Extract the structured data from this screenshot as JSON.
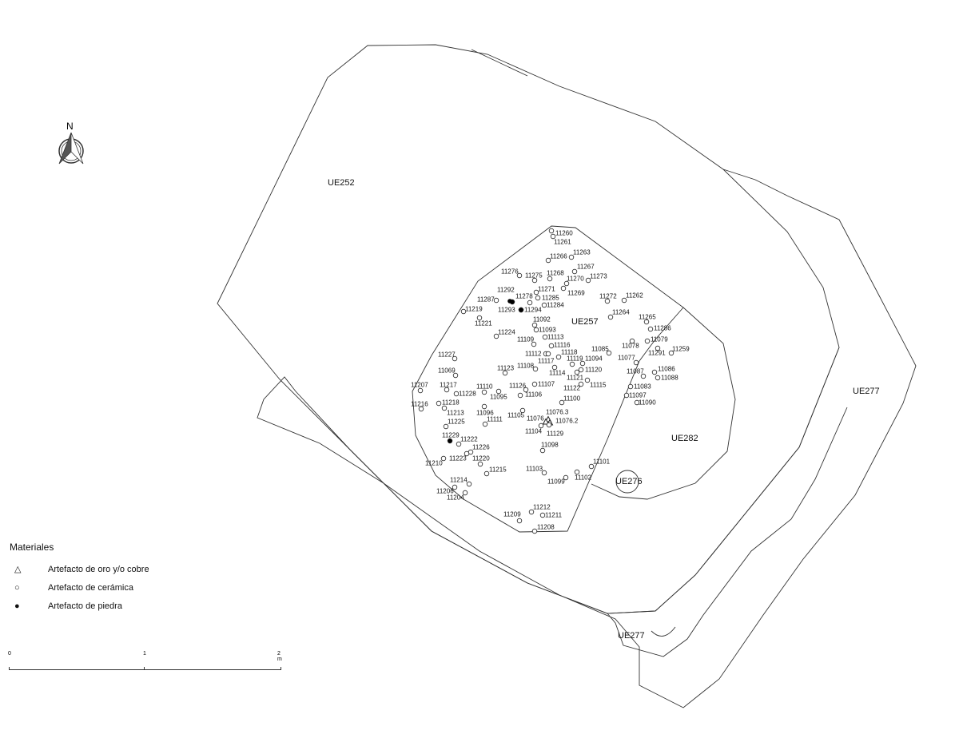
{
  "north_label": "N",
  "units": {
    "UE252": "UE252",
    "UE257": "UE257",
    "UE277_right": "UE277",
    "UE277_bottom": "UE277",
    "UE282": "UE282",
    "UE276": "UE276"
  },
  "legend": {
    "title": "Materiales",
    "items": [
      {
        "symbol": "△",
        "label": "Artefacto de oro y/o cobre",
        "material": "gold-copper"
      },
      {
        "symbol": "○",
        "label": "Artefacto de cerámica",
        "material": "ceramic"
      },
      {
        "symbol": "●",
        "label": "Artefacto de piedra",
        "material": "stone"
      }
    ]
  },
  "scale_bar": {
    "ticks": [
      "0",
      "1",
      "2 m"
    ]
  },
  "points": [
    {
      "id": "11260",
      "m": "ceramic"
    },
    {
      "id": "11261",
      "m": "ceramic"
    },
    {
      "id": "11266",
      "m": "ceramic"
    },
    {
      "id": "11263",
      "m": "ceramic"
    },
    {
      "id": "11276",
      "m": "ceramic"
    },
    {
      "id": "11275",
      "m": "ceramic"
    },
    {
      "id": "11268",
      "m": "ceramic"
    },
    {
      "id": "11267",
      "m": "ceramic"
    },
    {
      "id": "11270",
      "m": "ceramic"
    },
    {
      "id": "11273",
      "m": "ceramic"
    },
    {
      "id": "11269",
      "m": "ceramic"
    },
    {
      "id": "11292",
      "m": "stone"
    },
    {
      "id": "11271",
      "m": "ceramic"
    },
    {
      "id": "11278",
      "m": "ceramic"
    },
    {
      "id": "11285",
      "m": "ceramic"
    },
    {
      "id": "11287",
      "m": "ceramic"
    },
    {
      "id": "11284",
      "m": "ceramic"
    },
    {
      "id": "11293",
      "m": "stone"
    },
    {
      "id": "11294",
      "m": "stone"
    },
    {
      "id": "11219",
      "m": "ceramic"
    },
    {
      "id": "11221",
      "m": "ceramic"
    },
    {
      "id": "11092",
      "m": "ceramic"
    },
    {
      "id": "11093",
      "m": "ceramic"
    },
    {
      "id": "11272",
      "m": "ceramic"
    },
    {
      "id": "11262",
      "m": "ceramic"
    },
    {
      "id": "11264",
      "m": "ceramic"
    },
    {
      "id": "11265",
      "m": "ceramic"
    },
    {
      "id": "11286",
      "m": "ceramic"
    },
    {
      "id": "11224",
      "m": "ceramic"
    },
    {
      "id": "11109",
      "m": "ceramic"
    },
    {
      "id": "11113",
      "m": "ceramic"
    },
    {
      "id": "11116",
      "m": "ceramic"
    },
    {
      "id": "11112",
      "m": "ceramic"
    },
    {
      "id": "11118",
      "m": "ceramic"
    },
    {
      "id": "11117",
      "m": "ceramic"
    },
    {
      "id": "11119",
      "m": "ceramic"
    },
    {
      "id": "11094",
      "m": "ceramic"
    },
    {
      "id": "11085",
      "m": "ceramic"
    },
    {
      "id": "11078",
      "m": "ceramic"
    },
    {
      "id": "11079",
      "m": "ceramic"
    },
    {
      "id": "11291",
      "m": "ceramic"
    },
    {
      "id": "11259",
      "m": "ceramic"
    },
    {
      "id": "11227",
      "m": "ceramic"
    },
    {
      "id": "11077",
      "m": "ceramic"
    },
    {
      "id": "11123",
      "m": "ceramic"
    },
    {
      "id": "11108",
      "m": "ceramic"
    },
    {
      "id": "11114",
      "m": "ceramic"
    },
    {
      "id": "11120",
      "m": "ceramic"
    },
    {
      "id": "11121",
      "m": "ceramic"
    },
    {
      "id": "11069",
      "m": "ceramic"
    },
    {
      "id": "11087",
      "m": "ceramic"
    },
    {
      "id": "11086",
      "m": "ceramic"
    },
    {
      "id": "11088",
      "m": "ceramic"
    },
    {
      "id": "11207",
      "m": "ceramic"
    },
    {
      "id": "11217",
      "m": "ceramic"
    },
    {
      "id": "11228",
      "m": "ceramic"
    },
    {
      "id": "11110",
      "m": "ceramic"
    },
    {
      "id": "11095",
      "m": "ceramic"
    },
    {
      "id": "11126",
      "m": "ceramic"
    },
    {
      "id": "11106",
      "m": "ceramic"
    },
    {
      "id": "11107",
      "m": "ceramic"
    },
    {
      "id": "11122",
      "m": "ceramic"
    },
    {
      "id": "11115",
      "m": "ceramic"
    },
    {
      "id": "11083",
      "m": "ceramic"
    },
    {
      "id": "11097",
      "m": "ceramic"
    },
    {
      "id": "11090",
      "m": "ceramic"
    },
    {
      "id": "11216",
      "m": "ceramic"
    },
    {
      "id": "11218",
      "m": "ceramic"
    },
    {
      "id": "11213",
      "m": "ceramic"
    },
    {
      "id": "11096",
      "m": "ceramic"
    },
    {
      "id": "11100",
      "m": "ceramic"
    },
    {
      "id": "11105",
      "m": "ceramic"
    },
    {
      "id": "11076.3",
      "m": "gold-copper"
    },
    {
      "id": "11076",
      "m": "gold-copper"
    },
    {
      "id": "11076.2",
      "m": "gold-copper"
    },
    {
      "id": "11111",
      "m": "ceramic"
    },
    {
      "id": "11225",
      "m": "ceramic"
    },
    {
      "id": "11104",
      "m": "ceramic"
    },
    {
      "id": "11129",
      "m": "ceramic"
    },
    {
      "id": "11229",
      "m": "stone"
    },
    {
      "id": "11222",
      "m": "ceramic"
    },
    {
      "id": "11226",
      "m": "ceramic"
    },
    {
      "id": "11098",
      "m": "ceramic"
    },
    {
      "id": "11210",
      "m": "ceramic"
    },
    {
      "id": "11223",
      "m": "ceramic"
    },
    {
      "id": "11220",
      "m": "ceramic"
    },
    {
      "id": "11215",
      "m": "ceramic"
    },
    {
      "id": "11103",
      "m": "ceramic"
    },
    {
      "id": "11101",
      "m": "ceramic"
    },
    {
      "id": "11102",
      "m": "ceramic"
    },
    {
      "id": "11099",
      "m": "ceramic"
    },
    {
      "id": "11214",
      "m": "ceramic"
    },
    {
      "id": "11206",
      "m": "ceramic"
    },
    {
      "id": "11204",
      "m": "ceramic"
    },
    {
      "id": "11212",
      "m": "ceramic"
    },
    {
      "id": "11211",
      "m": "ceramic"
    },
    {
      "id": "11209",
      "m": "ceramic"
    },
    {
      "id": "11208",
      "m": "ceramic"
    }
  ]
}
